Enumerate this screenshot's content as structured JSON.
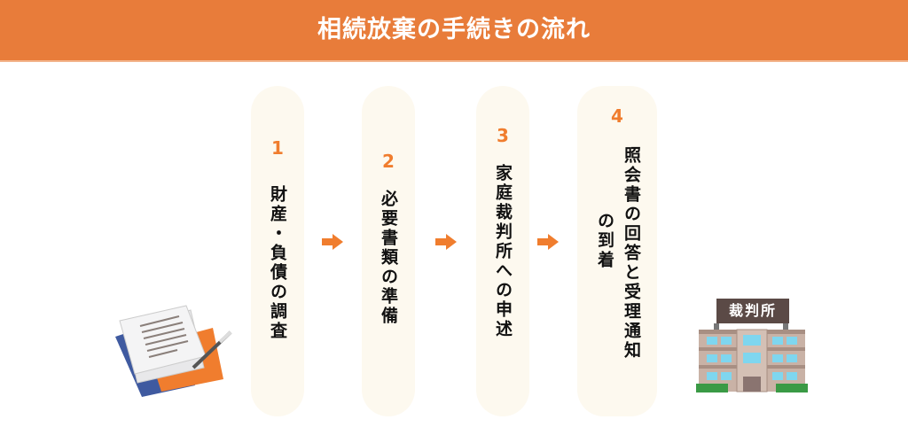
{
  "header": {
    "title": "相続放棄の手続きの流れ"
  },
  "steps": [
    {
      "number": "1",
      "lines": [
        "財産・負債の調査"
      ]
    },
    {
      "number": "2",
      "lines": [
        "必要書類の準備"
      ]
    },
    {
      "number": "3",
      "lines": [
        "家庭裁判所への申述"
      ]
    },
    {
      "number": "4",
      "lines": [
        "照会書の回答と受理通知",
        "の到着"
      ]
    }
  ],
  "illustration": {
    "building_sign": "裁判所"
  },
  "colors": {
    "accent": "#e87c3a",
    "card": "#fdf9ef",
    "number": "#f07d2e"
  }
}
